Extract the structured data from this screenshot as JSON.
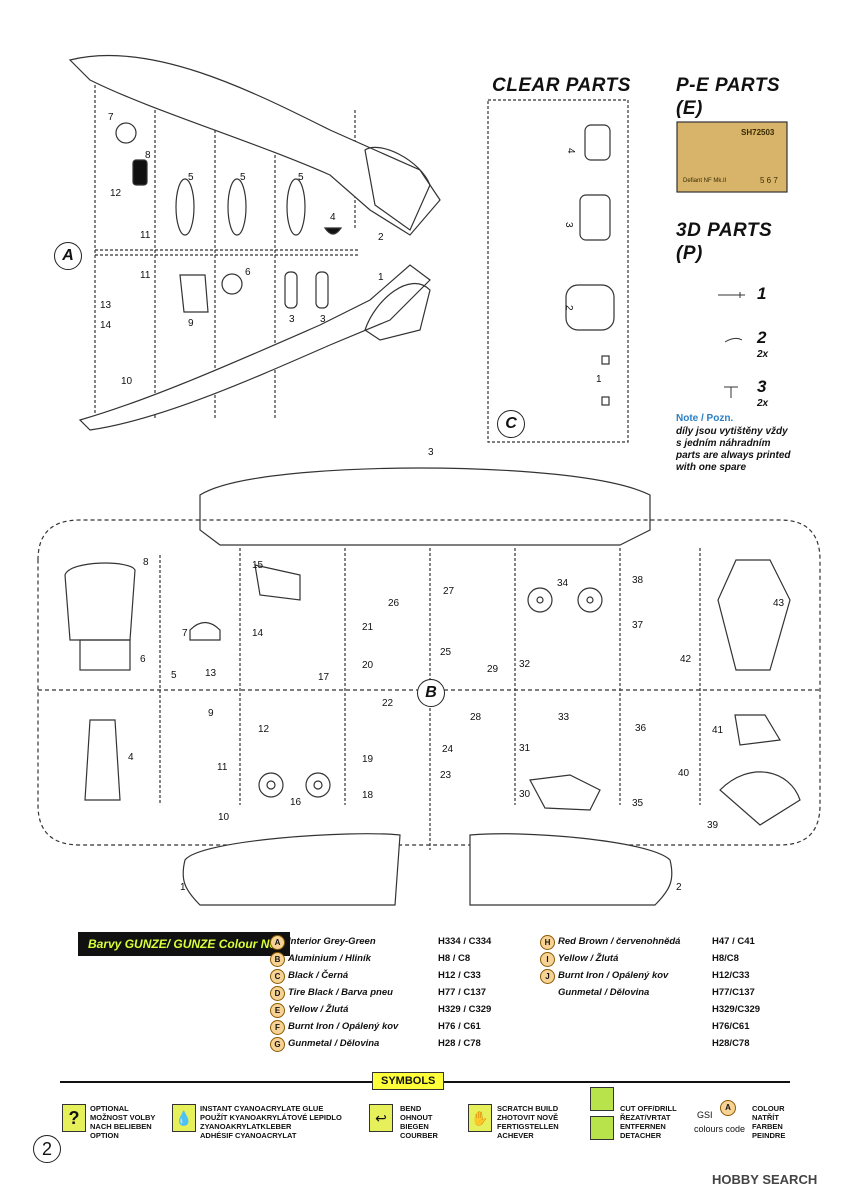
{
  "headings": {
    "clear": "CLEAR PARTS",
    "pe_line1": "P-E PARTS",
    "pe_line2": "(E)",
    "d3_line1": "3D PARTS",
    "d3_line2": "(P)"
  },
  "pe_fret": {
    "code": "SH72503",
    "label": "Defiant NF Mk.II",
    "nums": "5 6 7"
  },
  "parts3d": [
    {
      "num": "1",
      "mult": ""
    },
    {
      "num": "2",
      "mult": "2x"
    },
    {
      "num": "3",
      "mult": "2x"
    }
  ],
  "note": {
    "title": "Note / Pozn.",
    "cz": "díly jsou vytištěny vždy s jedním náhradním",
    "en": "parts are always printed with one spare"
  },
  "sprues": {
    "a": "A",
    "b": "B",
    "c": "C"
  },
  "colours": {
    "title": "Barvy GUNZE/ GUNZE Colour No.",
    "left": [
      {
        "letter": "A",
        "name": "Interior Grey-Green",
        "code": "H334 / C334"
      },
      {
        "letter": "B",
        "name": "Aluminium / Hliník",
        "code": "H8 / C8"
      },
      {
        "letter": "C",
        "name": "Black / Černá",
        "code": "H12 / C33"
      },
      {
        "letter": "D",
        "name": "Tire Black / Barva pneu",
        "code": "H77 / C137"
      },
      {
        "letter": "E",
        "name": "Yellow / Žlutá",
        "code": "H329 / C329"
      },
      {
        "letter": "F",
        "name": "Burnt Iron / Opálený kov",
        "code": "H76 / C61"
      },
      {
        "letter": "G",
        "name": "Gunmetal / Dělovina",
        "code": "H28 / C78"
      }
    ],
    "right": [
      {
        "letter": "H",
        "name": "Red Brown / červenohnědá",
        "code": "H47 / C41"
      },
      {
        "letter": "I",
        "name": "Yellow / Žlutá",
        "code": "H8/C8"
      },
      {
        "letter": "J",
        "name": "Burnt Iron / Opálený kov",
        "code": "H12/C33"
      },
      {
        "letter": "",
        "name": "Gunmetal / Dělovina",
        "code": "H77/C137"
      },
      {
        "letter": "",
        "name": "",
        "code": "H329/C329"
      },
      {
        "letter": "",
        "name": "",
        "code": "H76/C61"
      },
      {
        "letter": "",
        "name": "",
        "code": "H28/C78"
      }
    ]
  },
  "symbols": {
    "title": "SYMBOLS",
    "items": [
      {
        "text": "OPTIONAL\nMOŽNOST VOLBY\nNACH BELIEBEN\nOPTION"
      },
      {
        "text": "INSTANT CYANOACRYLATE GLUE\nPOUŽÍT KYANOAKRYLÁTOVÉ LEPIDLO\nZYANOAKRYLATKLEBER\nADHÉSIF CYANOACRYLAT"
      },
      {
        "text": "BEND\nOHNOUT\nBIEGEN\nCOURBER"
      },
      {
        "text": "SCRATCH BUILD\nZHOTOVIT NOVĚ\nFERTIGSTELLEN\nACHEVER"
      },
      {
        "text": "CUT OFF/DRILL\nŘEZAT/VRTAT\nENTFERNEN\nDETACHER"
      },
      {
        "text": "COLOUR\nNATŘÍT\nFARBEN\nPEINDRE"
      }
    ],
    "gsi": "GSI",
    "colours_code": "colours code",
    "gsi_badge": "A"
  },
  "page_number": "2",
  "watermark": "HOBBY SEARCH"
}
